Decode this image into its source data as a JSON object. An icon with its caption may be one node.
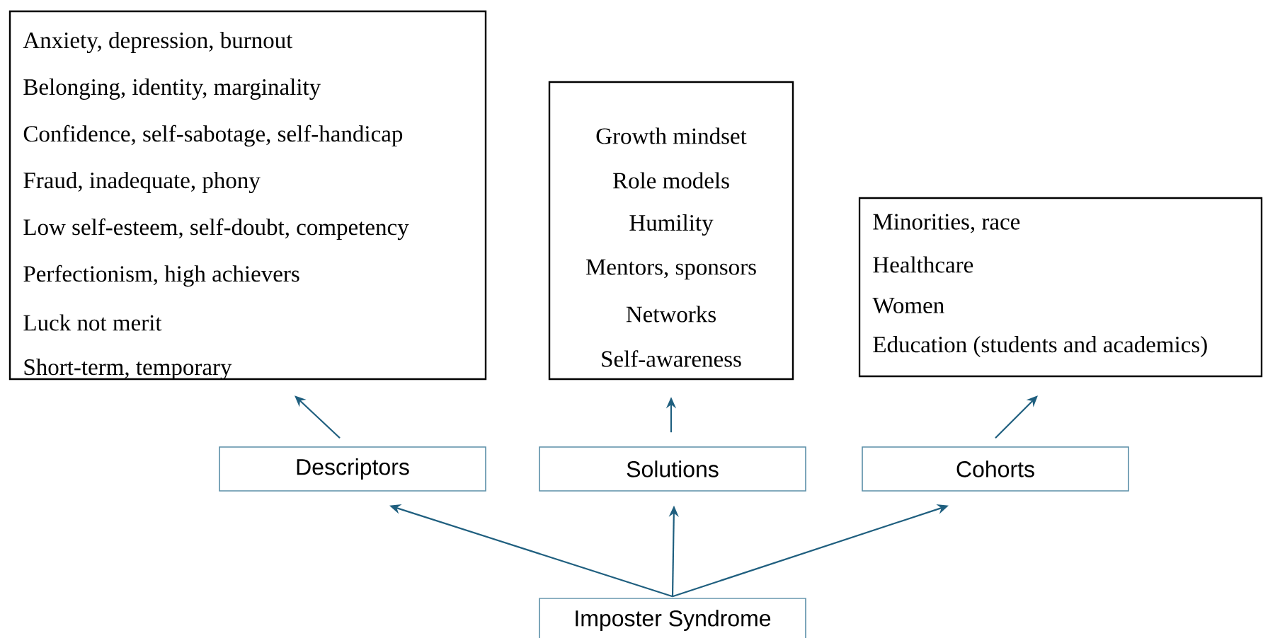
{
  "diagram": {
    "nodes": [
      {
        "text": [
          "Anxiety, depression, burnout",
          "Belonging, identity, marginality",
          "Confidence, self-sabotage, self-handicap",
          "Fraud, inadequate, phony",
          "Low self-esteem, self-doubt, competency",
          "Perfectionism, high achievers",
          "Luck not merit",
          "Short-term, temporary"
        ]
      },
      {
        "text": [
          "Growth mindset",
          "Role models",
          "Humility",
          "Mentors, sponsors",
          "Networks",
          "Self-awareness"
        ]
      },
      {
        "text": [
          "Minorities, race",
          "Healthcare",
          "Women",
          "Education (students and academics)"
        ]
      },
      {
        "text": [
          "Descriptors"
        ]
      },
      {
        "text": [
          "Solutions"
        ]
      },
      {
        "text": [
          "Cohorts"
        ]
      },
      {
        "text": [
          "Imposter Syndrome"
        ]
      }
    ],
    "edges": [
      {
        "from": 3,
        "to": 0,
        "arrow": "to"
      },
      {
        "from": 4,
        "to": 1,
        "arrow": "to"
      },
      {
        "from": 5,
        "to": 2,
        "arrow": "to"
      },
      {
        "from": 6,
        "to": 3,
        "arrow": "to"
      },
      {
        "from": 6,
        "to": 4,
        "arrow": "to"
      },
      {
        "from": 6,
        "to": 5,
        "arrow": "to"
      }
    ]
  }
}
